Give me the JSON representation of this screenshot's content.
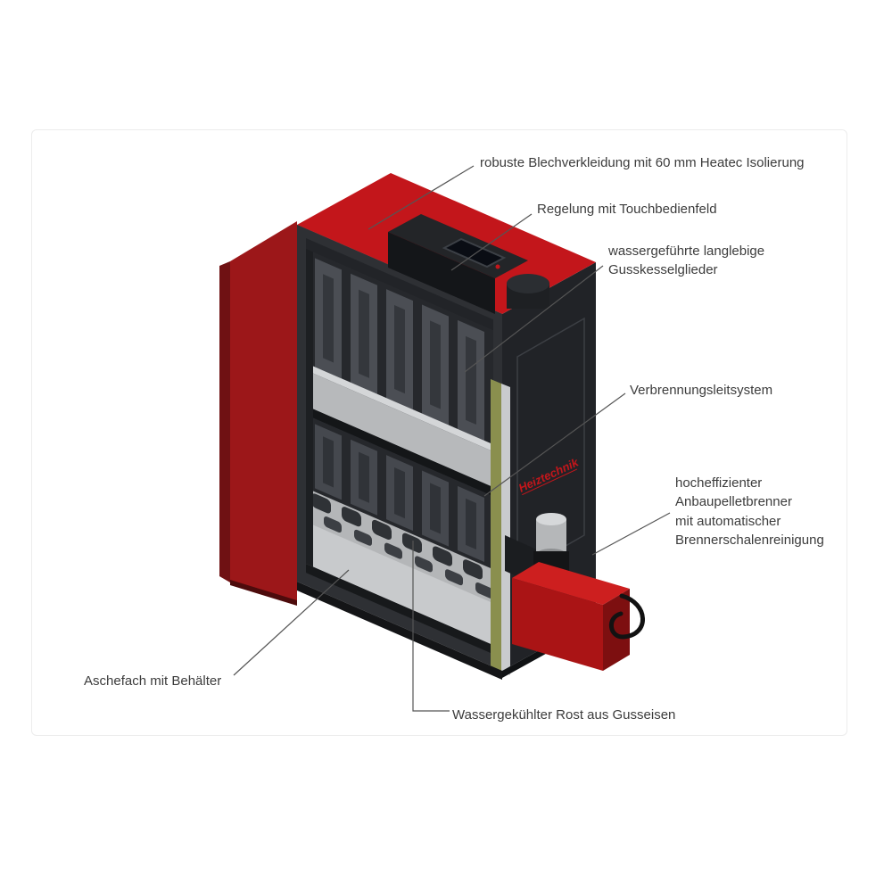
{
  "figure": {
    "brand": "Heiztechnik",
    "labels": {
      "casing": "robuste Blechverkleidung mit 60 mm Heatec Isolierung",
      "control": "Regelung mit Touchbedienfeld",
      "cast_sections": "wassergeführte langlebige\nGusskesselglieder",
      "combustion": "Verbrennungsleitsystem",
      "burner": "hocheffizienter\nAnbaupelletbrenner\nmit automatischer\nBrennerschalenreinigung",
      "ash": "Aschefach mit Behälter",
      "grate": "Wassergekühlter Rost aus Gusseisen"
    },
    "colors": {
      "accent_red": "#c3161b",
      "dark_red": "#9c1719",
      "panel_dark": "#212327",
      "leader_line": "#555555"
    }
  }
}
